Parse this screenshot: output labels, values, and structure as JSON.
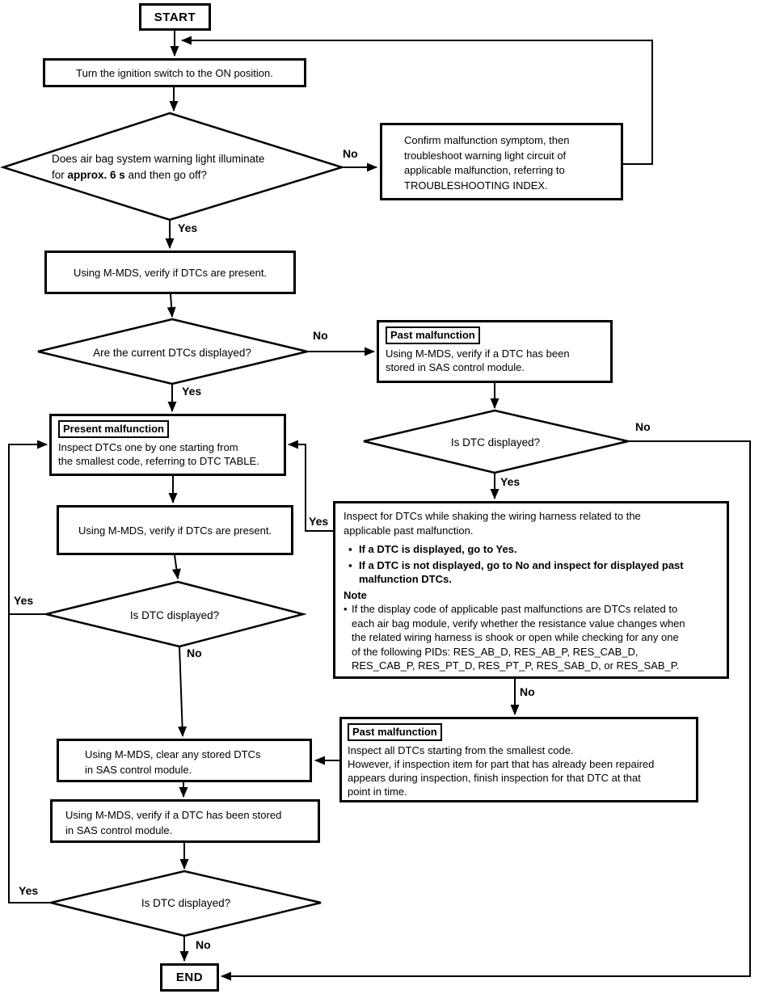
{
  "edge_labels": {
    "yes": "Yes",
    "no": "No"
  },
  "icons": {
    "bullet": "▪",
    "note_bullet": "•"
  },
  "colors": {
    "line": "#000000",
    "background": "#ffffff"
  },
  "nodes": {
    "start": "START",
    "end": "END",
    "ignition": "Turn the ignition switch to the ON position.",
    "d1_line1": "Does air bag system warning light illuminate",
    "d1_line2_pre": "for ",
    "d1_line2_bold": "approx. 6 s",
    "d1_line2_post": " and then go off?",
    "confirm_lines": [
      "Confirm malfunction symptom, then",
      "troubleshoot warning light circuit of",
      "applicable malfunction, referring to",
      "TROUBLESHOOTING INDEX."
    ],
    "verify1": "Using M-MDS, verify if DTCs are present.",
    "d2": "Are the current DTCs displayed?",
    "pastmalf1_label": "Past malfunction",
    "pastmalf1_lines": [
      "Using M-MDS, verify if a DTC has been",
      "stored in SAS control module."
    ],
    "d3": "Is DTC displayed?",
    "present_label": "Present malfunction",
    "present_lines": [
      "Inspect DTCs one by one starting from",
      "the smallest code, referring to DTC TABLE."
    ],
    "verify2": "Using M-MDS, verify if DTCs are present.",
    "d4": "Is DTC displayed?",
    "big": {
      "para_lines": [
        "Inspect for DTCs while shaking the wiring harness related to the",
        "applicable past malfunction."
      ],
      "bullet1": "If a DTC is displayed, go to Yes.",
      "bullet2_lines": [
        "If a DTC is not displayed, go to No and inspect for displayed past",
        "malfunction DTCs."
      ],
      "note_label": "Note",
      "note_lines": [
        "If the display code of applicable past malfunctions are DTCs related to",
        "each air bag module, verify whether the resistance value changes when",
        "the related wiring harness is shook or open while checking for any one",
        "of the following PIDs: RES_AB_D, RES_AB_P, RES_CAB_D,",
        "RES_CAB_P, RES_PT_D, RES_PT_P, RES_SAB_D, or RES_SAB_P."
      ]
    },
    "clear_lines": [
      "Using M-MDS, clear any stored DTCs",
      "in SAS control module."
    ],
    "pastmalf2_label": "Past malfunction",
    "pastmalf2_lines": [
      "Inspect all DTCs starting from the smallest code.",
      "However, if inspection item for part that has already been repaired",
      "appears during inspection, finish inspection for that DTC at that",
      "point in time."
    ],
    "verifystored_lines": [
      "Using M-MDS, verify if a DTC has been stored",
      "in SAS control module."
    ],
    "d5": "Is DTC displayed?"
  }
}
